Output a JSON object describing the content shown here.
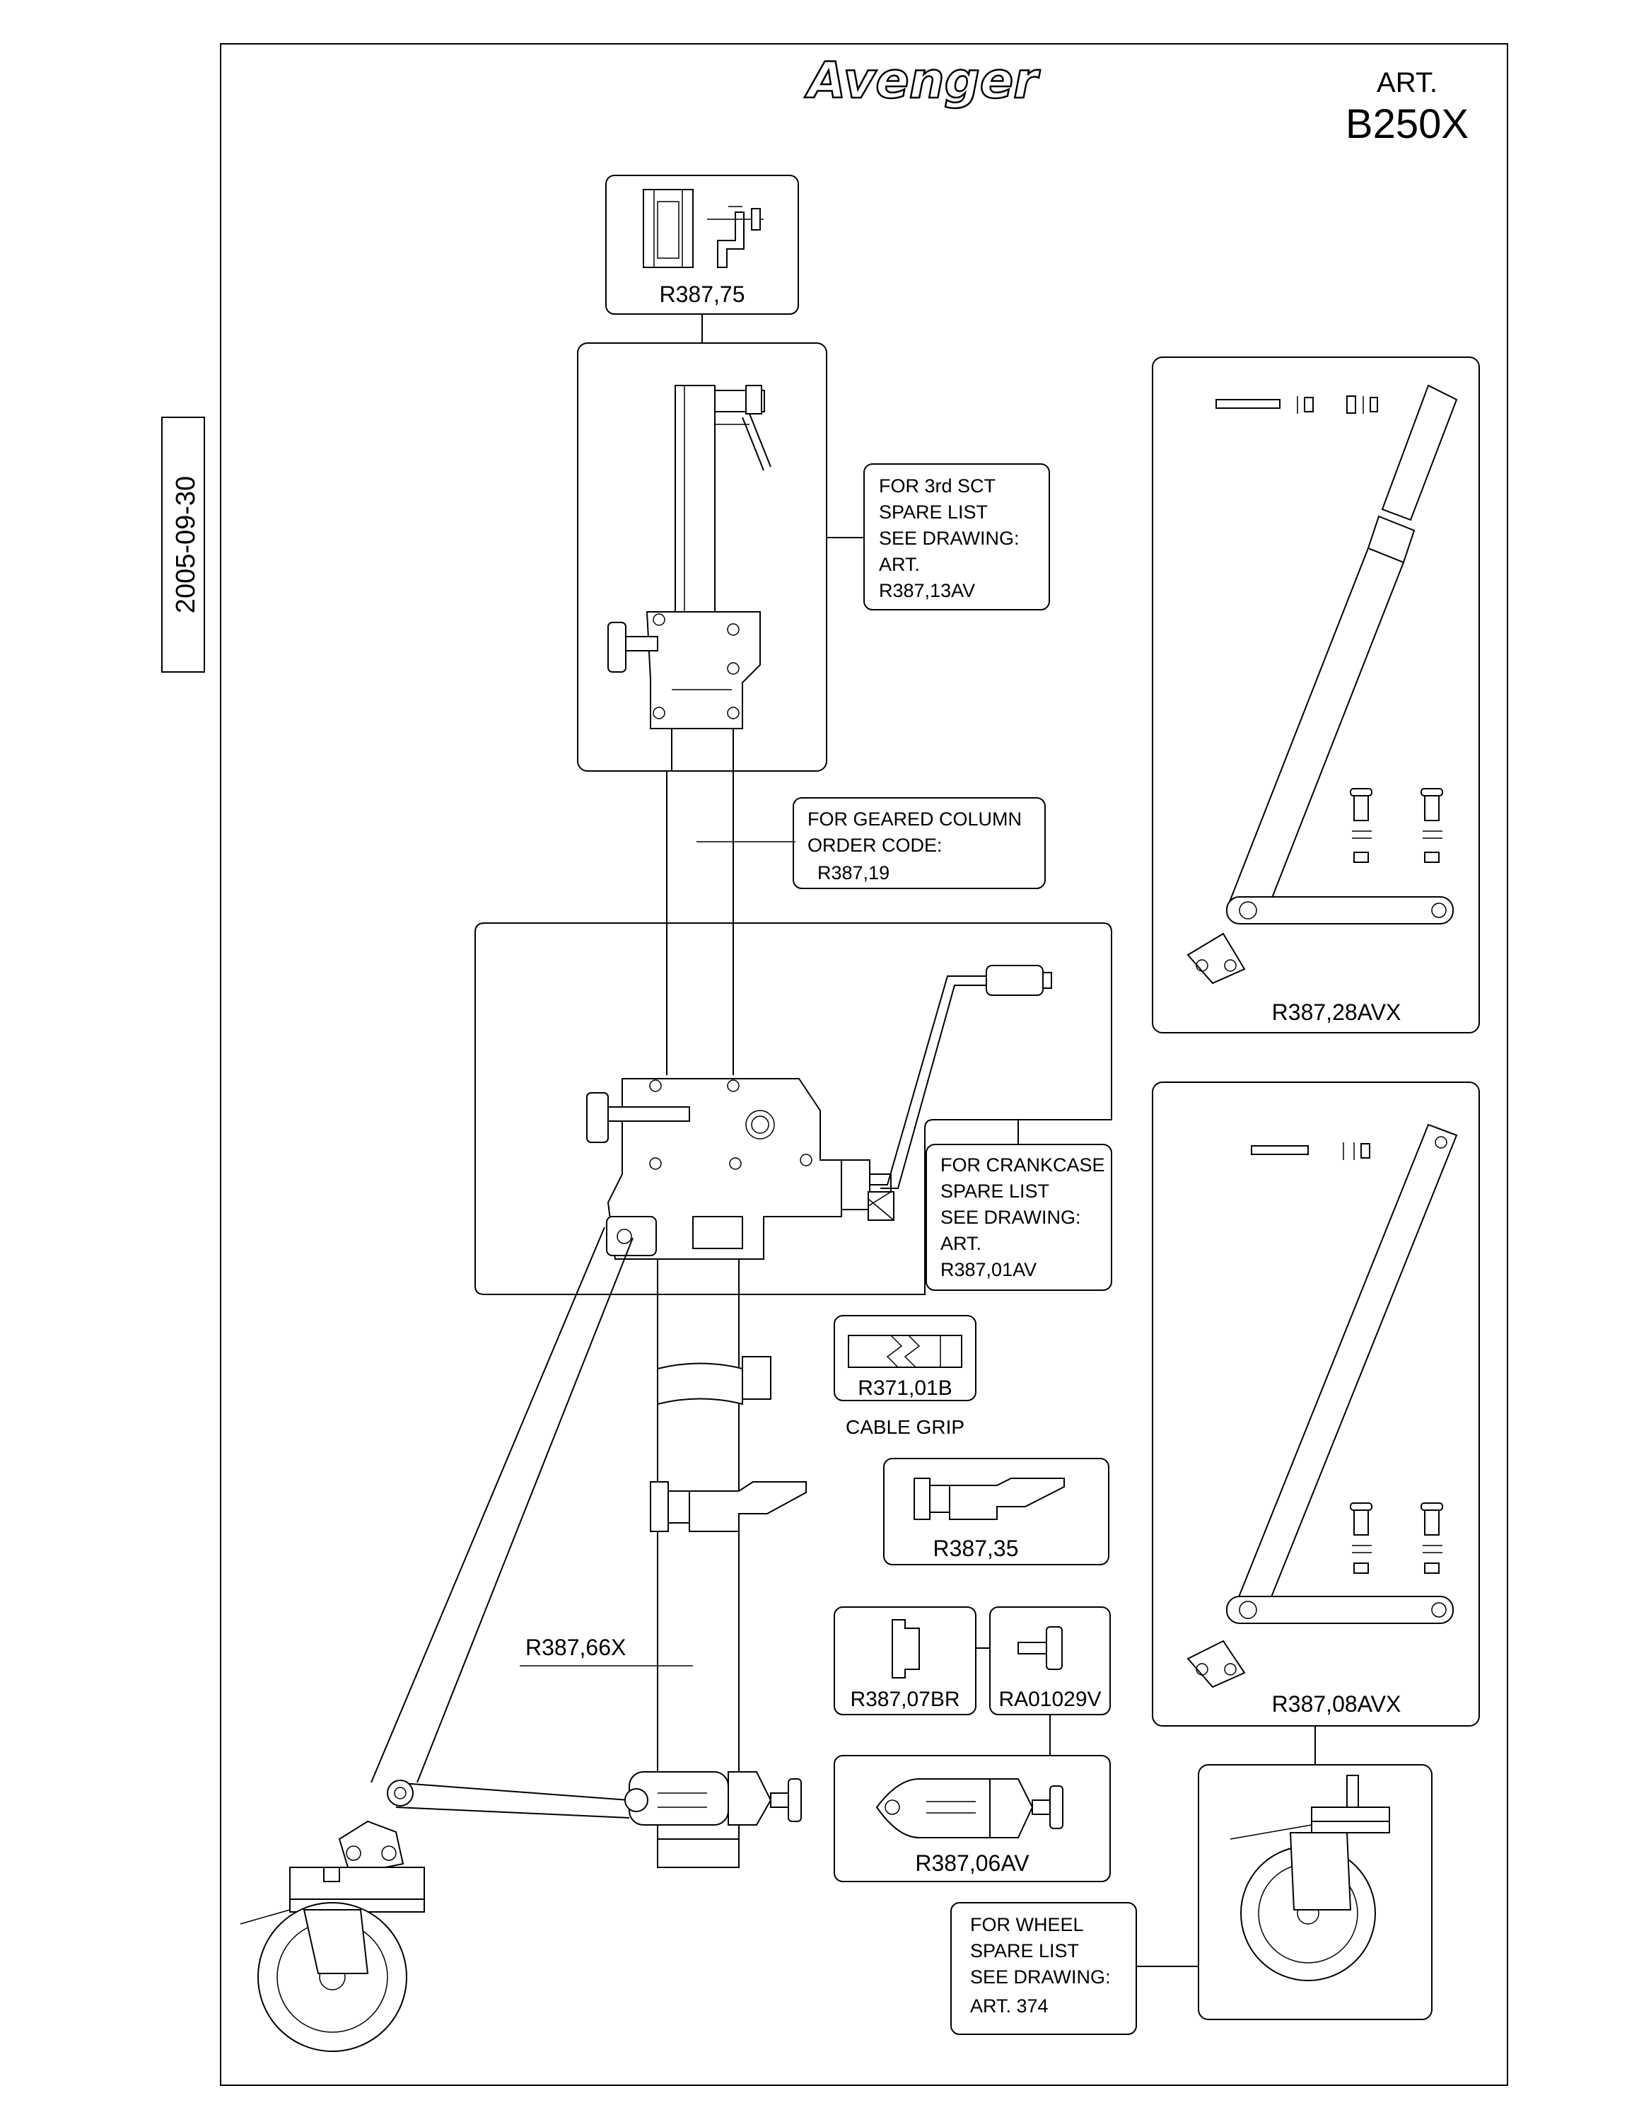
{
  "header": {
    "brand": "Avenger",
    "art_label": "ART.",
    "art_code": "B250X",
    "date": "2005-09-30"
  },
  "parts": {
    "top_adapter": "R387,75",
    "third_section_note": [
      "FOR 3rd SCT",
      "SPARE LIST",
      "SEE DRAWING:",
      "ART.",
      "R387,13AV"
    ],
    "geared_column_note": [
      "FOR GEARED COLUMN",
      "ORDER CODE:",
      "R387,19"
    ],
    "crankcase_note": [
      "FOR CRANKCASE",
      "SPARE LIST",
      "SEE DRAWING:",
      "ART.",
      "R387,01AV"
    ],
    "cable_grip_code": "R371,01B",
    "cable_grip_label": "CABLE GRIP",
    "foot_step": "R387,35",
    "leg": "R387,66X",
    "clip": "R387,07BR",
    "knob": "RA01029V",
    "leg_clamp": "R387,06AV",
    "wheel_note": [
      "FOR WHEEL",
      "SPARE LIST",
      "SEE DRAWING:",
      "ART. 374"
    ],
    "upper_brace": "R387,28AVX",
    "lower_brace": "R387,08AVX"
  },
  "colors": {
    "line": "#000000",
    "background": "#ffffff"
  }
}
